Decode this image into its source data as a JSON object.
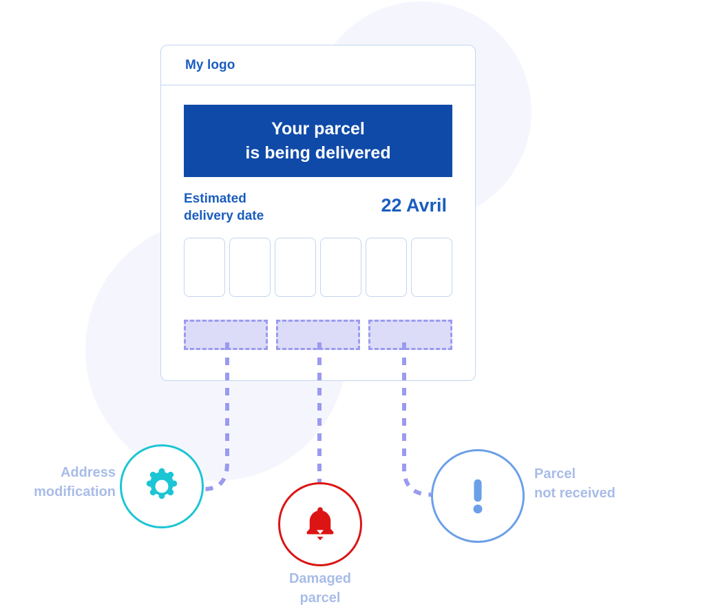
{
  "card": {
    "logo": "My logo",
    "status_banner": {
      "line1": "Your parcel",
      "line2": "is being delivered",
      "background_color": "#0f4aa8",
      "text_color": "#ffffff"
    },
    "delivery": {
      "label_line1": "Estimated",
      "label_line2": "delivery date",
      "date": "22 Avril",
      "text_color": "#1a5dbf"
    },
    "slots": [
      {
        "id": "slot-1"
      },
      {
        "id": "slot-2"
      },
      {
        "id": "slot-3"
      },
      {
        "id": "slot-4"
      },
      {
        "id": "slot-5"
      },
      {
        "id": "slot-6"
      }
    ],
    "chips": [
      {
        "id": "chip-address-modification"
      },
      {
        "id": "chip-damaged-parcel"
      },
      {
        "id": "chip-parcel-not-received"
      }
    ],
    "border_color": "#c3d4ef",
    "chip_fill_color": "#dcdcf8",
    "chip_border_color": "#9a9af0"
  },
  "nodes": [
    {
      "key": "address",
      "icon": "gear-icon",
      "label_line1": "Address",
      "label_line2": "modification",
      "accent_color": "#1bc5d4"
    },
    {
      "key": "damaged",
      "icon": "bell-icon",
      "label_line1": "Damaged",
      "label_line2": "parcel",
      "accent_color": "#dc1414"
    },
    {
      "key": "parcel",
      "icon": "exclamation-icon",
      "label_line1": "Parcel",
      "label_line2": "not received",
      "accent_color": "#6b9fe8"
    }
  ],
  "decoration": {
    "blob_color": "#f5f6fd",
    "label_color": "#a8bce8",
    "connector_color": "#9a9af0"
  }
}
